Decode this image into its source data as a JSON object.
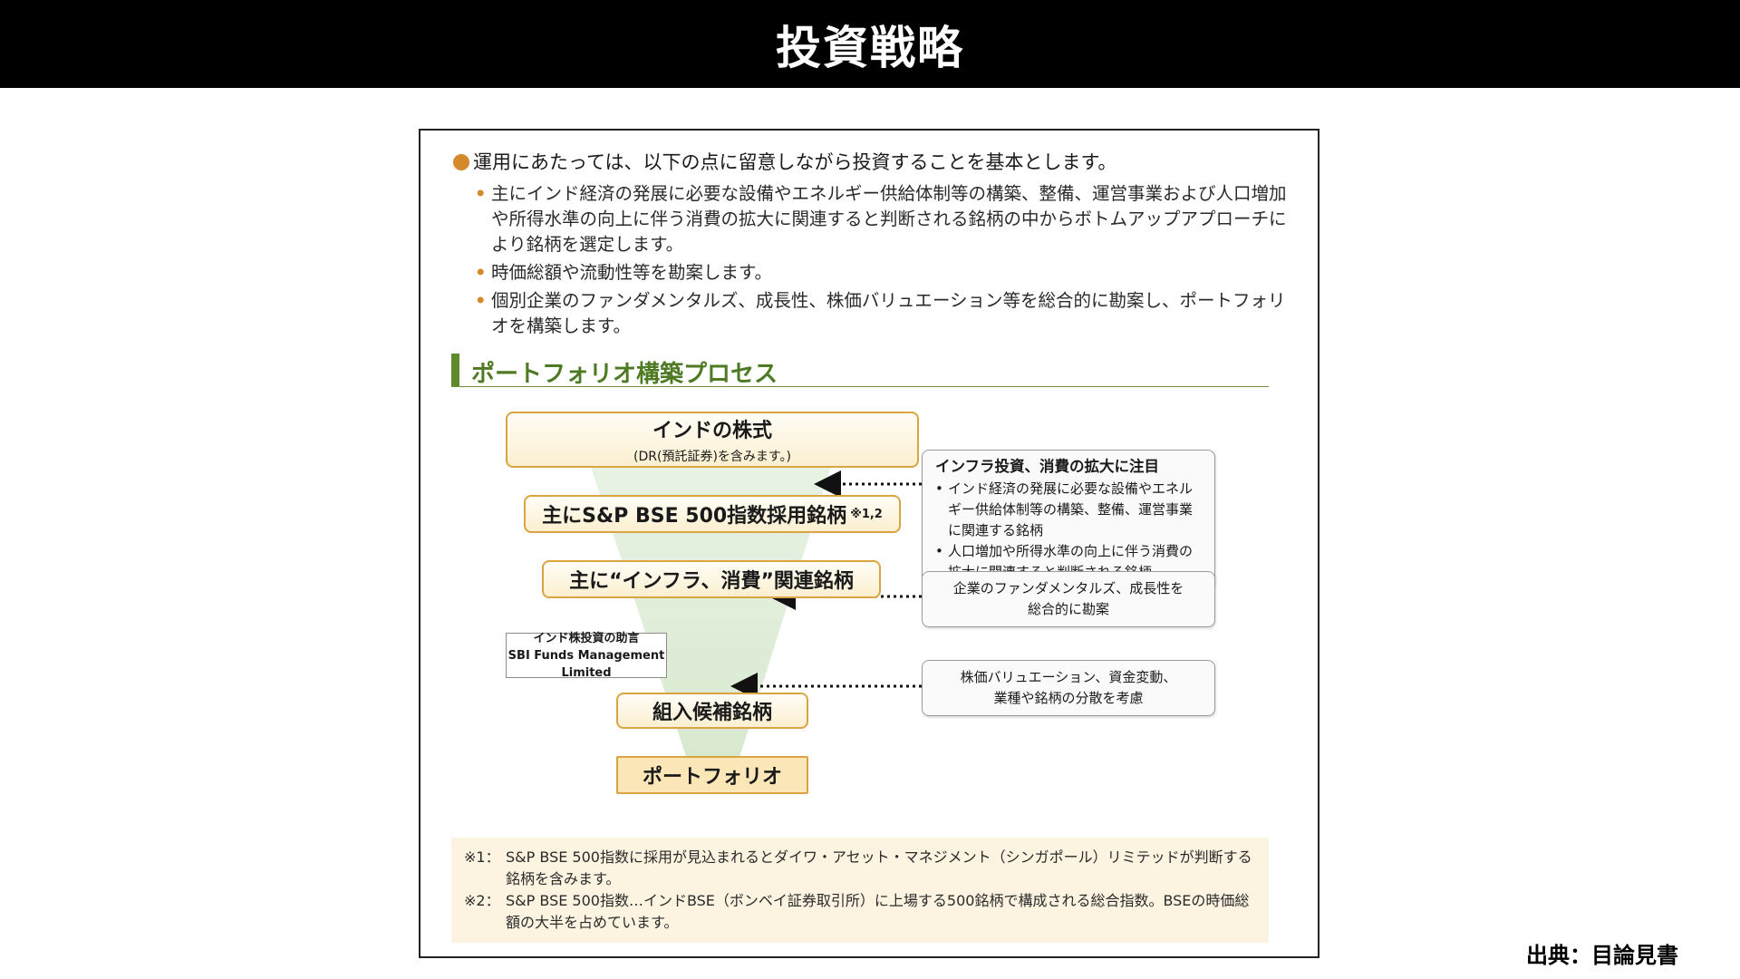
{
  "title": "投資戦略",
  "lead": "運用にあたっては、以下の点に留意しながら投資することを基本とします。",
  "bullets": [
    "主にインド経済の発展に必要な設備やエネルギー供給体制等の構築、整備、運営事業および人口増加や所得水準の向上に伴う消費の拡大に関連すると判断される銘柄の中からボトムアップアプローチにより銘柄を選定します。",
    "時価総額や流動性等を勘案します。",
    "個別企業のファンダメンタルズ、成長性、株価バリュエーション等を総合的に勘案し、ポートフォリオを構築します。"
  ],
  "bullet_marker": "•",
  "section_title": "ポートフォリオ構築プロセス",
  "process": {
    "step1_title": "インドの株式",
    "step1_sub": "(DR(預託証券)を含みます。)",
    "step2_title": "主にS&P BSE 500指数採用銘柄",
    "step2_mark": "※1,2",
    "step3_title": "主に“インフラ、消費”関連銘柄",
    "step4_title": "組入候補銘柄",
    "step5_title": "ポートフォリオ",
    "advisor_line1": "インド株投資の助言",
    "advisor_line2": "SBI Funds Management Limited"
  },
  "criteria": {
    "box1_title": "インフラ投資、消費の拡大に注目",
    "box1_items": [
      "インド経済の発展に必要な設備やエネルギー供給体制等の構築、整備、運営事業に関連する銘柄",
      "人口増加や所得水準の向上に伴う消費の拡大に関連すると判断される銘柄"
    ],
    "box2_line1": "企業のファンダメンタルズ、成長性を",
    "box2_line2": "総合的に勘案",
    "box3_line1": "株価バリュエーション、資金変動、",
    "box3_line2": "業種や銘柄の分散を考慮"
  },
  "notes": [
    {
      "mark": "※1：",
      "text": "S&P BSE 500指数に採用が見込まれるとダイワ・アセット・マネジメント（シンガポール）リミテッドが判断する銘柄を含みます。"
    },
    {
      "mark": "※2：",
      "text": "S&P BSE 500指数…インドBSE（ボンベイ証券取引所）に上場する500銘柄で構成される総合指数。BSEの時価総額の大半を占めています。"
    }
  ],
  "source": "出典：目論見書",
  "colors": {
    "header_bg": "#000000",
    "accent_orange": "#d4892a",
    "section_green": "#4f7a24",
    "funnel_green": "#d9ead3",
    "pill_border": "#d9a441",
    "notes_bg": "#fcf3e0"
  }
}
